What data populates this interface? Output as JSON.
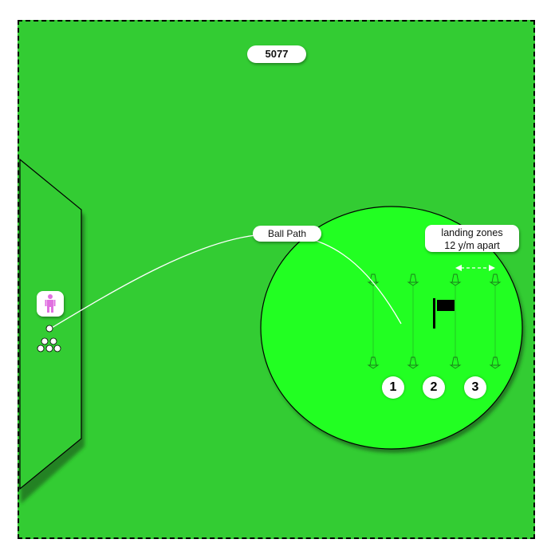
{
  "drill": {
    "code_label": "5077",
    "ball_path_label": "Ball Path",
    "landing_zones_label_line1": "landing zones",
    "landing_zones_label_line2": "12 y/m apart",
    "zone_numbers": [
      "1",
      "2",
      "3"
    ]
  },
  "icons": {
    "player": "person-icon",
    "ball": "ball-icon",
    "ball_pile": "ball-pile-icon",
    "cone": "cone-icon",
    "flag": "flag-icon",
    "arrow": "double-arrow-icon"
  },
  "colors": {
    "field": "#33cc33",
    "target_circle": "#22ff22",
    "tee_box": "#33cc33",
    "shadow": "#217a21",
    "player": "#e070e0",
    "ball_path": "#ffffff"
  }
}
